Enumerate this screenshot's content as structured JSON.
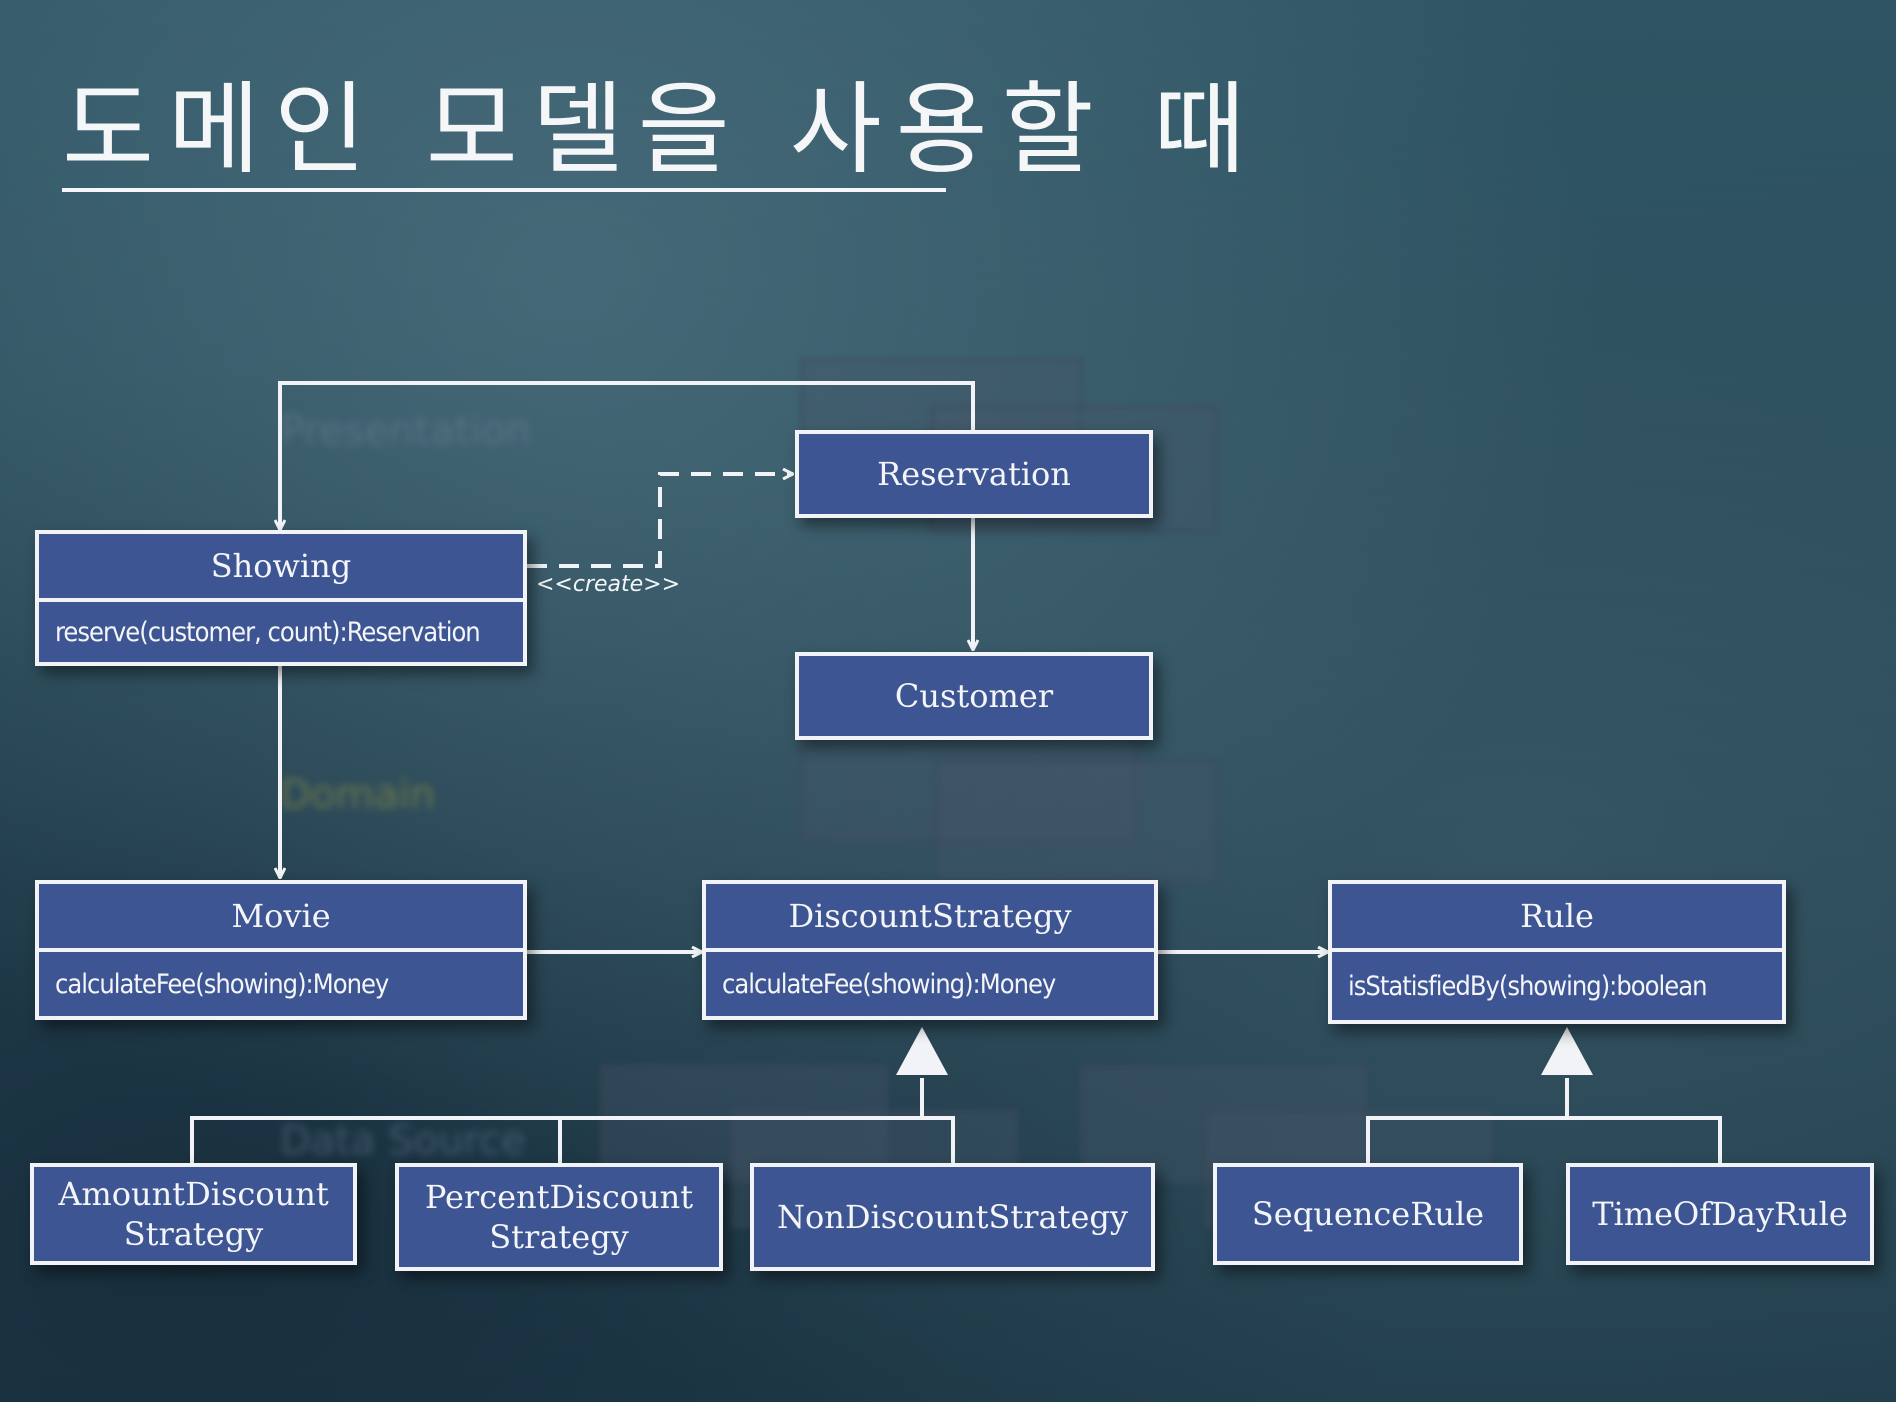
{
  "title": "도메인 모델을 사용할 때",
  "background_labels": {
    "presentation": "Presentation",
    "domain": "Domain",
    "data_source": "Data Source"
  },
  "classes": {
    "showing": {
      "name": "Showing",
      "operation": "reserve(customer, count):Reservation"
    },
    "reservation": {
      "name": "Reservation"
    },
    "customer": {
      "name": "Customer"
    },
    "movie": {
      "name": "Movie",
      "operation": "calculateFee(showing):Money"
    },
    "discount_strategy": {
      "name": "DiscountStrategy",
      "operation": "calculateFee(showing):Money"
    },
    "rule": {
      "name": "Rule",
      "operation": "isStatisfiedBy(showing):boolean"
    },
    "amount_discount_strategy": {
      "name_line1": "AmountDiscount",
      "name_line2": "Strategy"
    },
    "percent_discount_strategy": {
      "name_line1": "PercentDiscount",
      "name_line2": "Strategy"
    },
    "non_discount_strategy": {
      "name": "NonDiscountStrategy"
    },
    "sequence_rule": {
      "name": "SequenceRule"
    },
    "time_of_day_rule": {
      "name": "TimeOfDayRule"
    }
  },
  "relations": {
    "create_stereotype": "<<create>>"
  },
  "colors": {
    "class_fill": "#3d5592",
    "class_border": "#f1f3f6",
    "line": "#f1f3f6",
    "background": "#2b4d5b"
  }
}
